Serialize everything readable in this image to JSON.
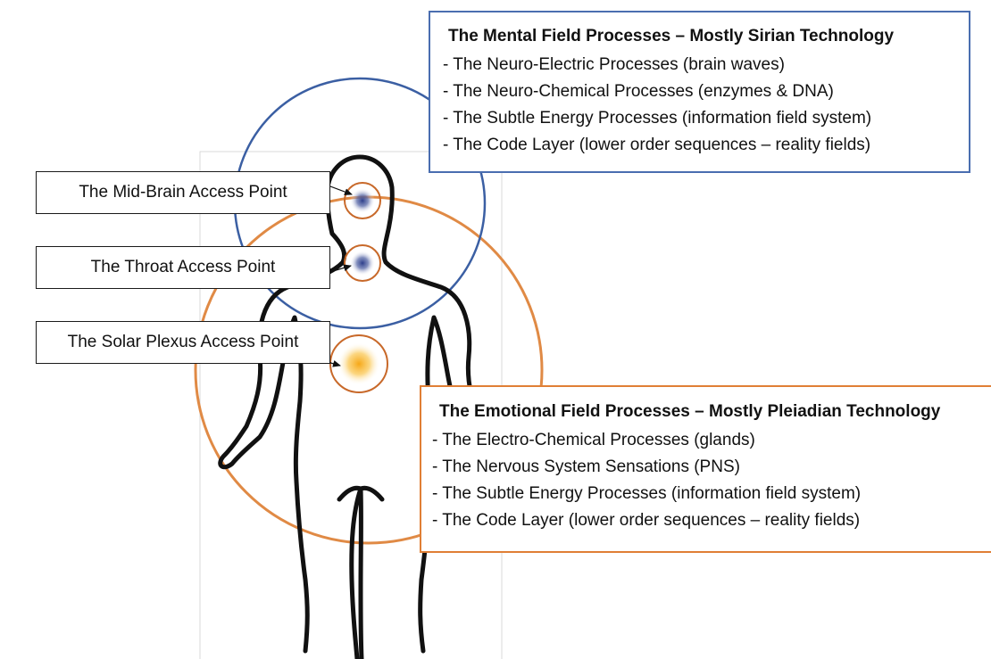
{
  "colors": {
    "mental_circle": "#3b5fa3",
    "emotional_circle": "#e08a45",
    "access_ring": "#c8692a",
    "blue_point": "#2d3e8a",
    "gold_point": "#f5b43a",
    "outline": "#111111"
  },
  "access_points": {
    "mid_brain": {
      "label": "The Mid-Brain Access Point"
    },
    "throat": {
      "label": "The Throat Access Point"
    },
    "solar_plexus": {
      "label": "The Solar Plexus Access Point"
    }
  },
  "mental_field": {
    "title": "The Mental Field Processes – Mostly Sirian Technology",
    "items": [
      "- The Neuro-Electric Processes (brain waves)",
      "- The Neuro-Chemical Processes (enzymes & DNA)",
      "- The Subtle Energy Processes (information field system)",
      "- The Code Layer (lower order sequences – reality fields)"
    ]
  },
  "emotional_field": {
    "title": "The Emotional Field Processes – Mostly Pleiadian Technology",
    "items": [
      "- The Electro-Chemical Processes (glands)",
      "- The Nervous System Sensations (PNS)",
      "- The Subtle Energy Processes (information field system)",
      "- The Code Layer (lower order sequences – reality fields)"
    ]
  }
}
